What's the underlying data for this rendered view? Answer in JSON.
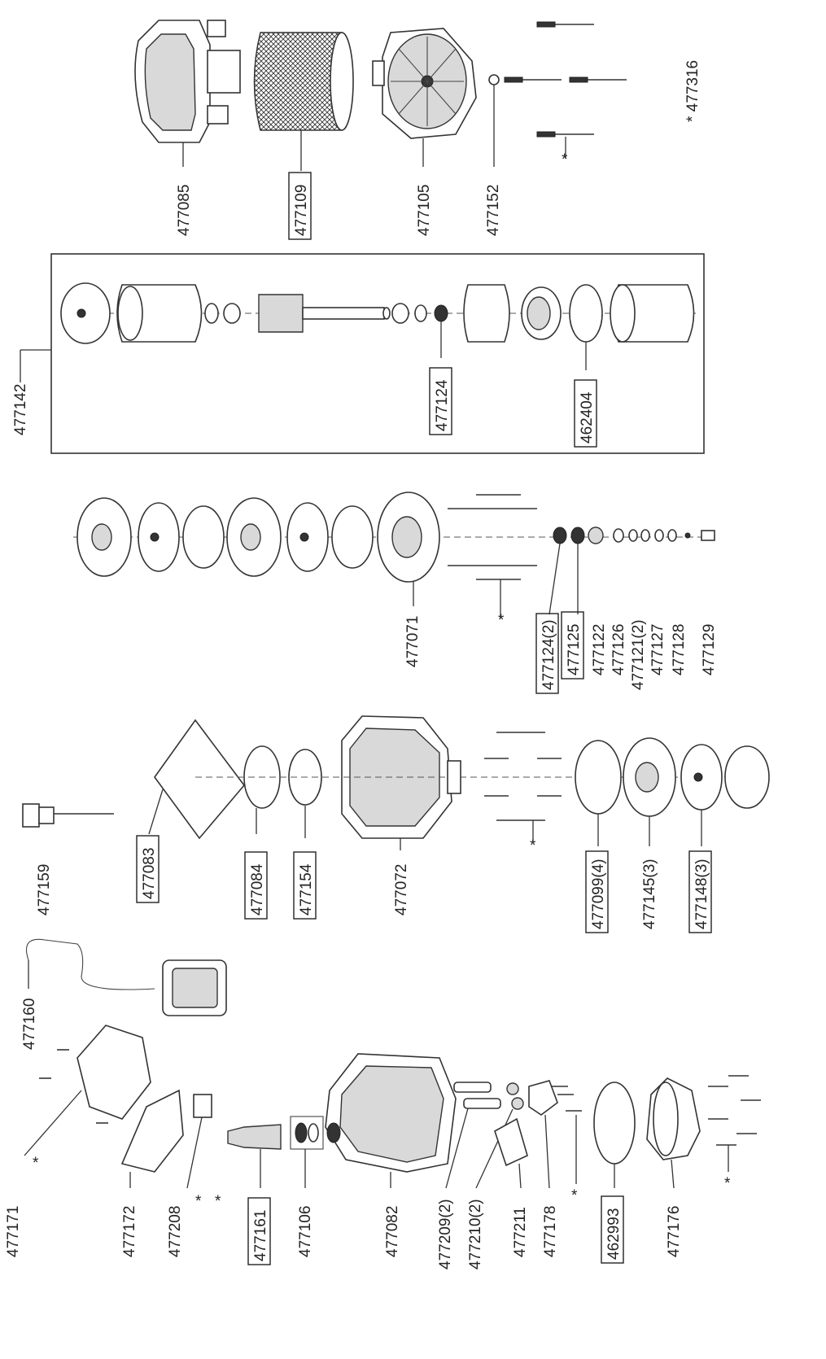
{
  "parts": {
    "p477085": "477085",
    "p477109": "477109",
    "p477105": "477105",
    "p477152": "477152",
    "p477316": "* 477316",
    "p477142": "477142",
    "p477124": "477124",
    "p462404": "462404",
    "p477071": "477071",
    "p477124_2": "477124(2)",
    "p477125": "477125",
    "p477122": "477122",
    "p477126": "477126",
    "p477121_2": "477121(2)",
    "p477127": "477127",
    "p477128": "477128",
    "p477129": "477129",
    "p477159": "477159",
    "p477083": "477083",
    "p477084": "477084",
    "p477154": "477154",
    "p477072": "477072",
    "p477099_4": "477099(4)",
    "p477145_3": "477145(3)",
    "p477148_3": "477148(3)",
    "p477160": "477160",
    "p477171": "477171",
    "p477172": "477172",
    "p477208": "477208",
    "p477161": "477161",
    "p477106": "477106",
    "p477082": "477082",
    "p477209_2": "477209(2)",
    "p477210_2": "477210(2)",
    "p477211": "477211",
    "p477178": "477178",
    "p462993": "462993",
    "p477176": "477176"
  },
  "asterisk": "*"
}
